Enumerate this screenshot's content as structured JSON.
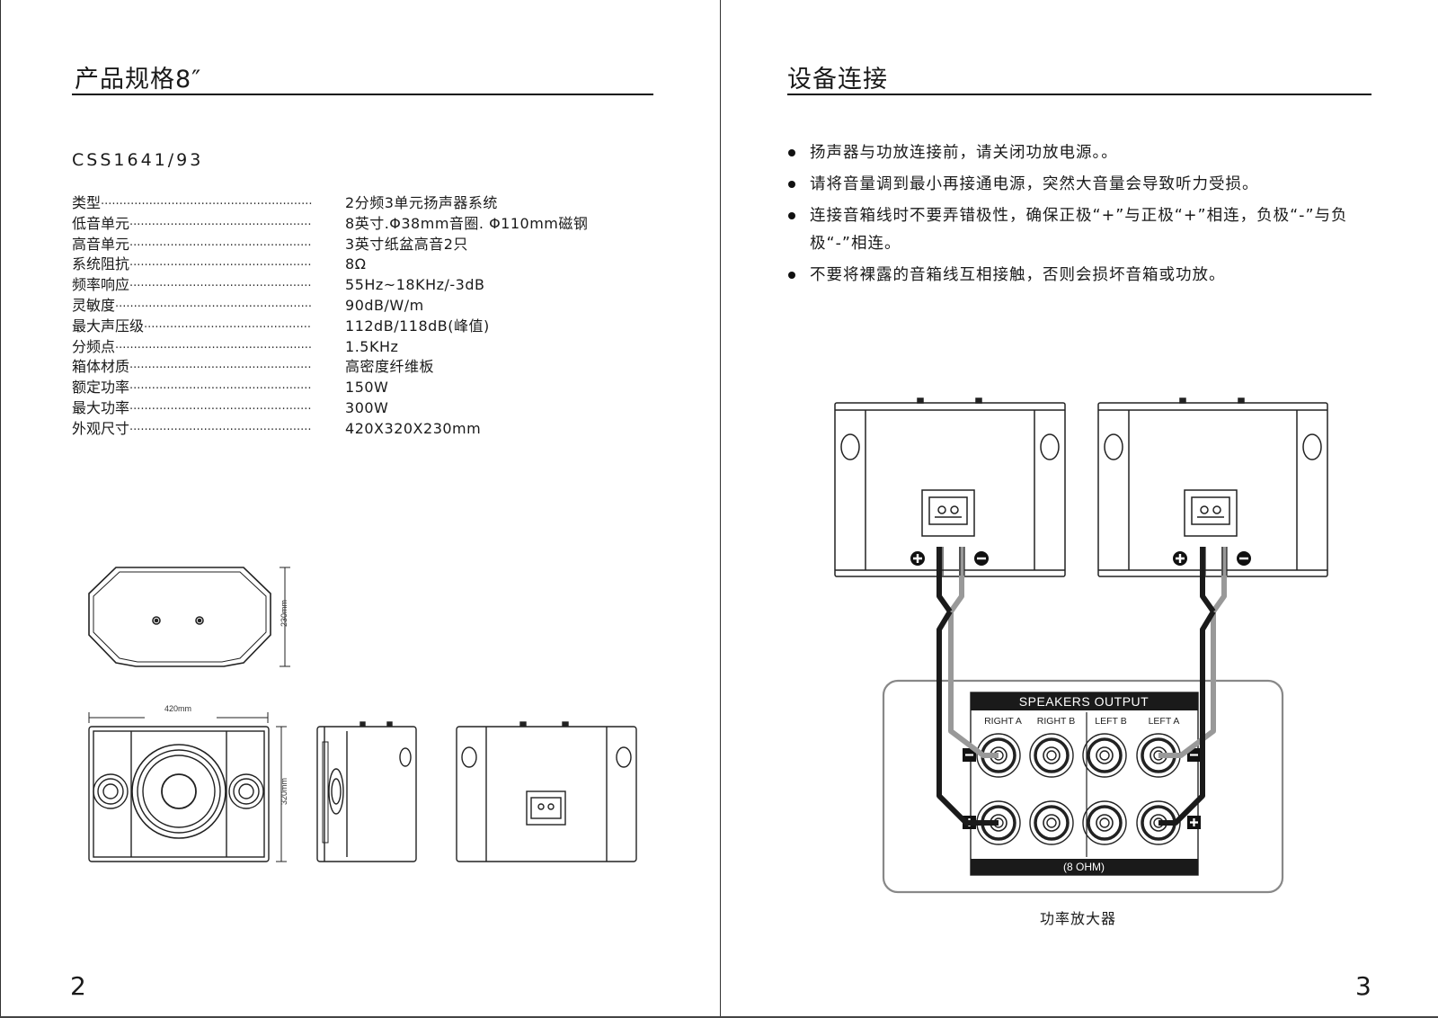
{
  "left_page": {
    "title": "产品规格8″",
    "model": "CSS1641/93",
    "specs": [
      {
        "label": "类型",
        "dots": " ·························································",
        "value": "2分频3单元扬声器系统"
      },
      {
        "label": "低音单元",
        "dots": "·················································",
        "value": " 8英寸.Φ38mm音圈. Φ110mm磁钢"
      },
      {
        "label": "高音单元",
        "dots": " ·················································",
        "value": "3英寸纸盆高音2只"
      },
      {
        "label": "系统阻抗",
        "dots": " ·················································",
        "value": "8Ω"
      },
      {
        "label": "频率响应",
        "dots": " ·················································",
        "value": "55Hz~18KHz/-3dB"
      },
      {
        "label": "灵敏度",
        "dots": " ·····················································",
        "value": "90dB/W/m"
      },
      {
        "label": "最大声压级",
        "dots": " ·············································",
        "value": "112dB/118dB(峰值)"
      },
      {
        "label": "分频点",
        "dots": " ·····················································",
        "value": "1.5KHz"
      },
      {
        "label": "箱体材质",
        "dots": " ·················································",
        "value": "高密度纤维板"
      },
      {
        "label": "额定功率",
        "dots": " ·················································",
        "value": "150W"
      },
      {
        "label": "最大功率",
        "dots": "·················································",
        "value": "300W"
      },
      {
        "label": "外观尺寸",
        "dots": "·················································",
        "value": "420X320X230mm"
      }
    ],
    "dimensions": {
      "depth": "230mm",
      "width": "420mm",
      "height": "320mm"
    },
    "page_number": "2"
  },
  "right_page": {
    "title": "设备连接",
    "bullets": [
      "扬声器与功放连接前，请关闭功放电源。。",
      "请将音量调到最小再接通电源，突然大音量会导致听力受损。",
      "连接音箱线时不要弄错极性，确保正极“+”与正极“+”相连，负极“-”与负极“-”相连。",
      "不要将裸露的音箱线互相接触，否则会损坏音箱或功放。"
    ],
    "amplifier": {
      "header": "SPEAKERS OUTPUT",
      "channels": [
        "RIGHT A",
        "RIGHT B",
        "LEFT B",
        "LEFT A"
      ],
      "impedance": "(8 OHM)",
      "caption": "功率放大器"
    },
    "page_number": "3"
  }
}
